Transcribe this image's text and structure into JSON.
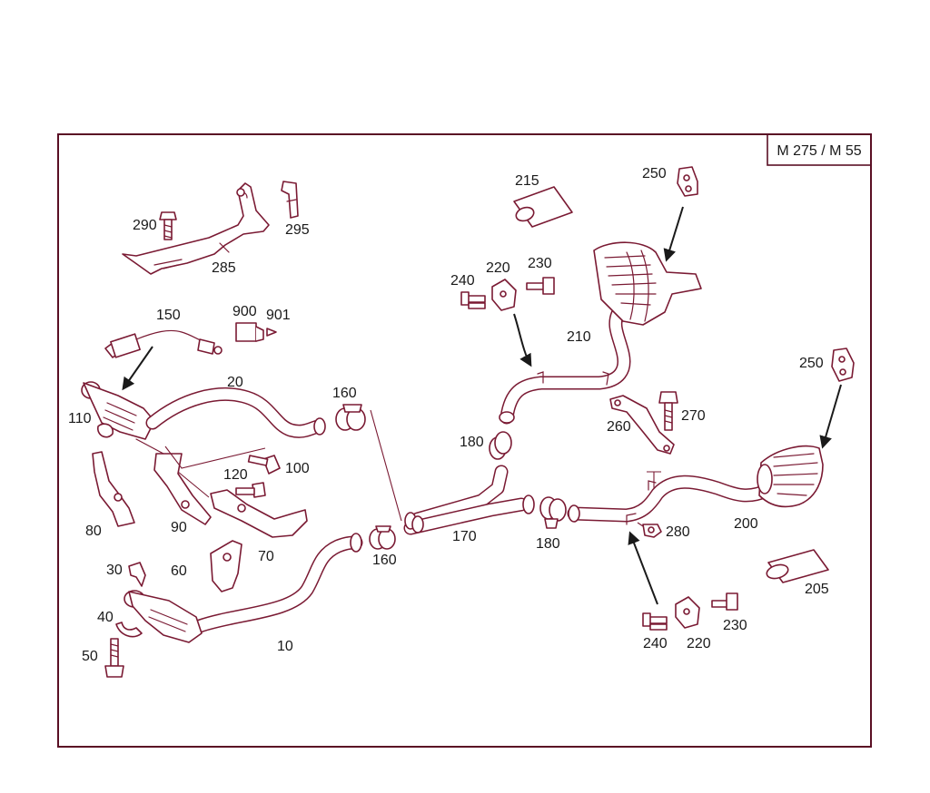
{
  "model_label": "M 275 / M 55",
  "callouts": {
    "c290": "290",
    "c295": "295",
    "c285": "285",
    "c150": "150",
    "c900": "900",
    "c901": "901",
    "c20": "20",
    "c110": "110",
    "c160a": "160",
    "c160b": "160",
    "c100": "100",
    "c120": "120",
    "c80": "80",
    "c90": "90",
    "c70": "70",
    "c60": "60",
    "c30": "30",
    "c40": "40",
    "c50": "50",
    "c10": "10",
    "c170": "170",
    "c180a": "180",
    "c180b": "180",
    "c215": "215",
    "c250a": "250",
    "c250b": "250",
    "c240a": "240",
    "c220a": "220",
    "c230a": "230",
    "c210": "210",
    "c260": "260",
    "c270": "270",
    "c280": "280",
    "c200": "200",
    "c205": "205",
    "c240b": "240",
    "c220b": "220",
    "c230b": "230"
  }
}
